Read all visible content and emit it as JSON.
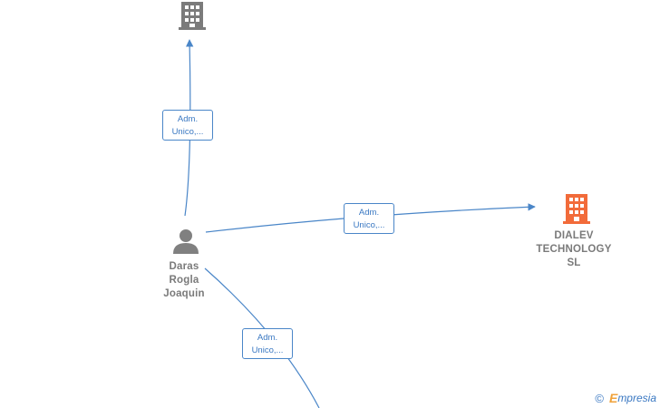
{
  "colors": {
    "edge": "#4a86c8",
    "company_gray": "#7b7b7b",
    "company_highlight": "#f26b3a",
    "person_gray": "#808080",
    "label_gray": "#7a7a7a"
  },
  "nodes": {
    "company_top": {
      "icon": "building-icon",
      "label": ""
    },
    "person": {
      "icon": "person-icon",
      "label_lines": [
        "Daras",
        "Rogla",
        "Joaquin"
      ]
    },
    "company_right": {
      "icon": "building-icon",
      "label_lines": [
        "DIALEV",
        "TECHNOLOGY",
        "SL"
      ]
    }
  },
  "edges": [
    {
      "id": "edge-top",
      "label_lines": [
        "Adm.",
        "Unico,..."
      ]
    },
    {
      "id": "edge-right",
      "label_lines": [
        "Adm.",
        "Unico,..."
      ]
    },
    {
      "id": "edge-bottom",
      "label_lines": [
        "Adm.",
        "Unico,..."
      ]
    }
  ],
  "watermark": {
    "copyright": "©",
    "brand_initial": "E",
    "brand_rest": "mpresia"
  }
}
